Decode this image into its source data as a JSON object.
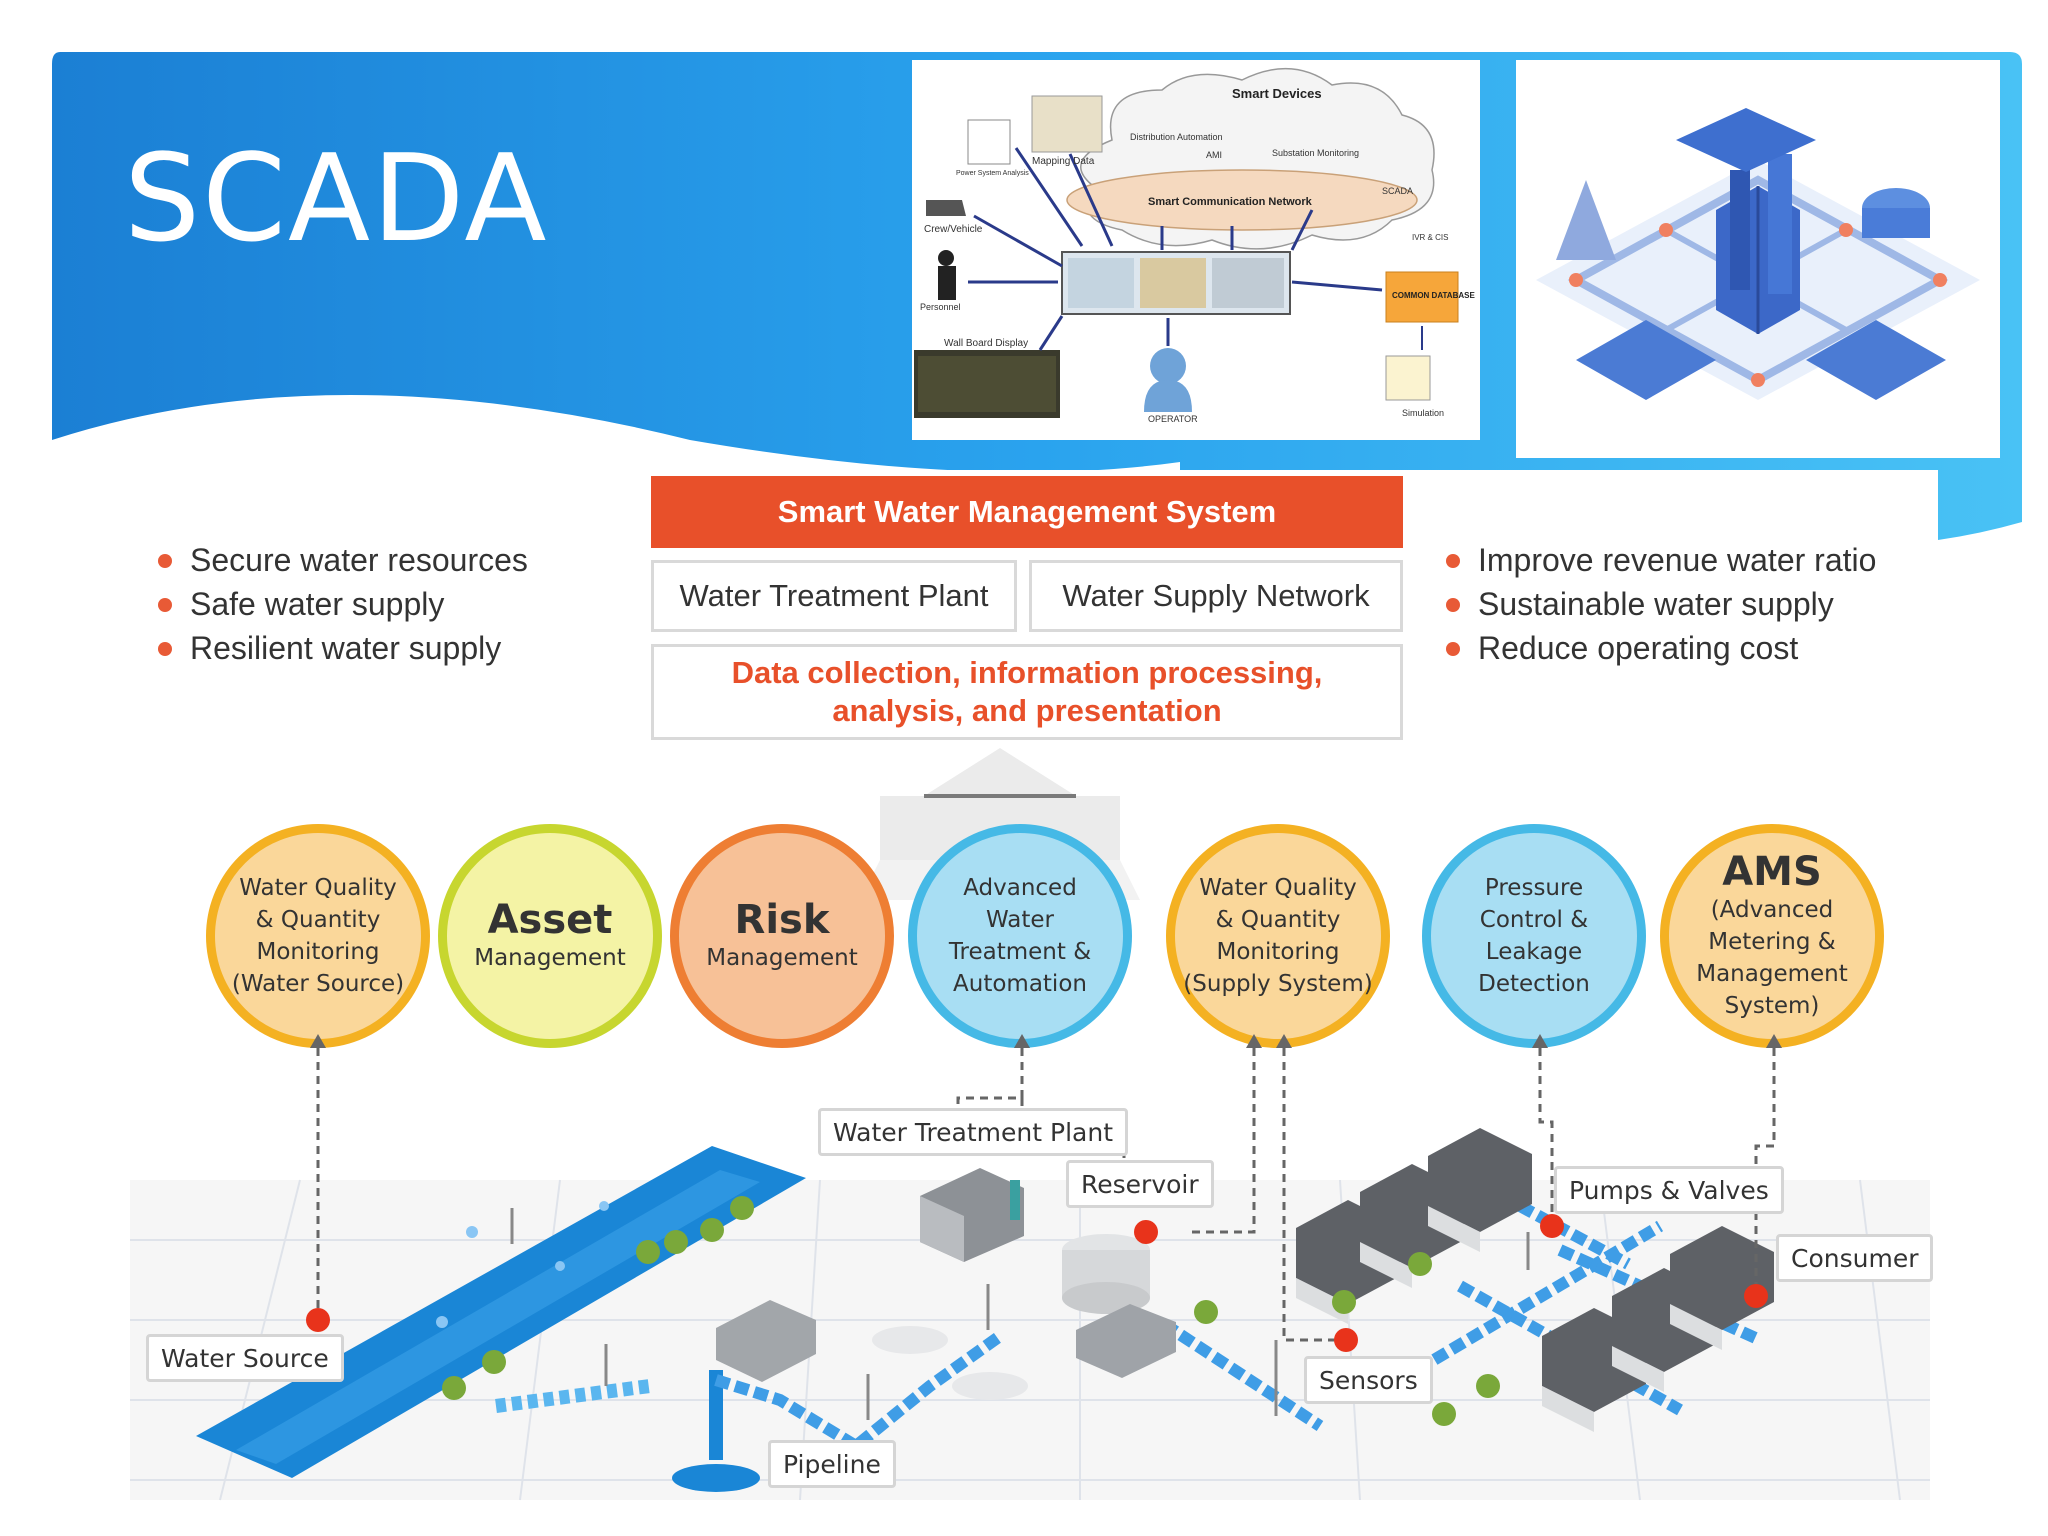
{
  "slide": {
    "title": "SCADA",
    "colors": {
      "banner": "#1c8fe0",
      "accent": "#e8502a"
    }
  },
  "left_bullets": [
    "Secure water resources",
    "Safe water supply",
    "Resilient water supply"
  ],
  "right_bullets": [
    "Improve revenue water ratio",
    "Sustainable water supply",
    "Reduce operating  cost"
  ],
  "system": {
    "header": "Smart Water Management System",
    "boxes": [
      "Water Treatment Plant",
      "Water Supply Network"
    ],
    "data_line1": "Data collection, information processing,",
    "data_line2": "analysis, and presentation"
  },
  "circles": [
    {
      "lines": [
        "Water Quality",
        "& Quantity",
        "Monitoring",
        "(Water Source)"
      ]
    },
    {
      "big": "Asset",
      "sub": "Management"
    },
    {
      "big": "Risk",
      "sub": "Management"
    },
    {
      "lines": [
        "Advanced",
        "Water",
        "Treatment &",
        "Automation"
      ]
    },
    {
      "lines": [
        "Water Quality",
        "& Quantity",
        "Monitoring",
        "(Supply System)"
      ]
    },
    {
      "lines": [
        "Pressure",
        "Control &",
        "Leakage",
        "Detection"
      ]
    },
    {
      "big": "AMS",
      "lines": [
        "(Advanced",
        "Metering &",
        "Management",
        "System)"
      ]
    }
  ],
  "labels": {
    "water_treatment_plant": "Water Treatment Plant",
    "reservoir": "Reservoir",
    "pumps_valves": "Pumps & Valves",
    "consumer": "Consumer",
    "water_source": "Water Source",
    "sensors": "Sensors",
    "pipeline": "Pipeline"
  },
  "scada_diagram": {
    "cloud_title": "Smart Devices",
    "network": "Smart Communication Network",
    "nodes": {
      "mapping": "Mapping Data",
      "power": "Power System Analysis",
      "crew": "Crew/Vehicle",
      "personnel": "Personnel",
      "wallboard": "Wall Board Display",
      "operator": "OPERATOR",
      "dist": "Distribution Automation",
      "ami": "AMI",
      "substation": "Substation Monitoring",
      "scada": "SCADA",
      "ivr": "IVR & CIS",
      "database": "COMMON DATABASE",
      "simulation": "Simulation"
    }
  }
}
